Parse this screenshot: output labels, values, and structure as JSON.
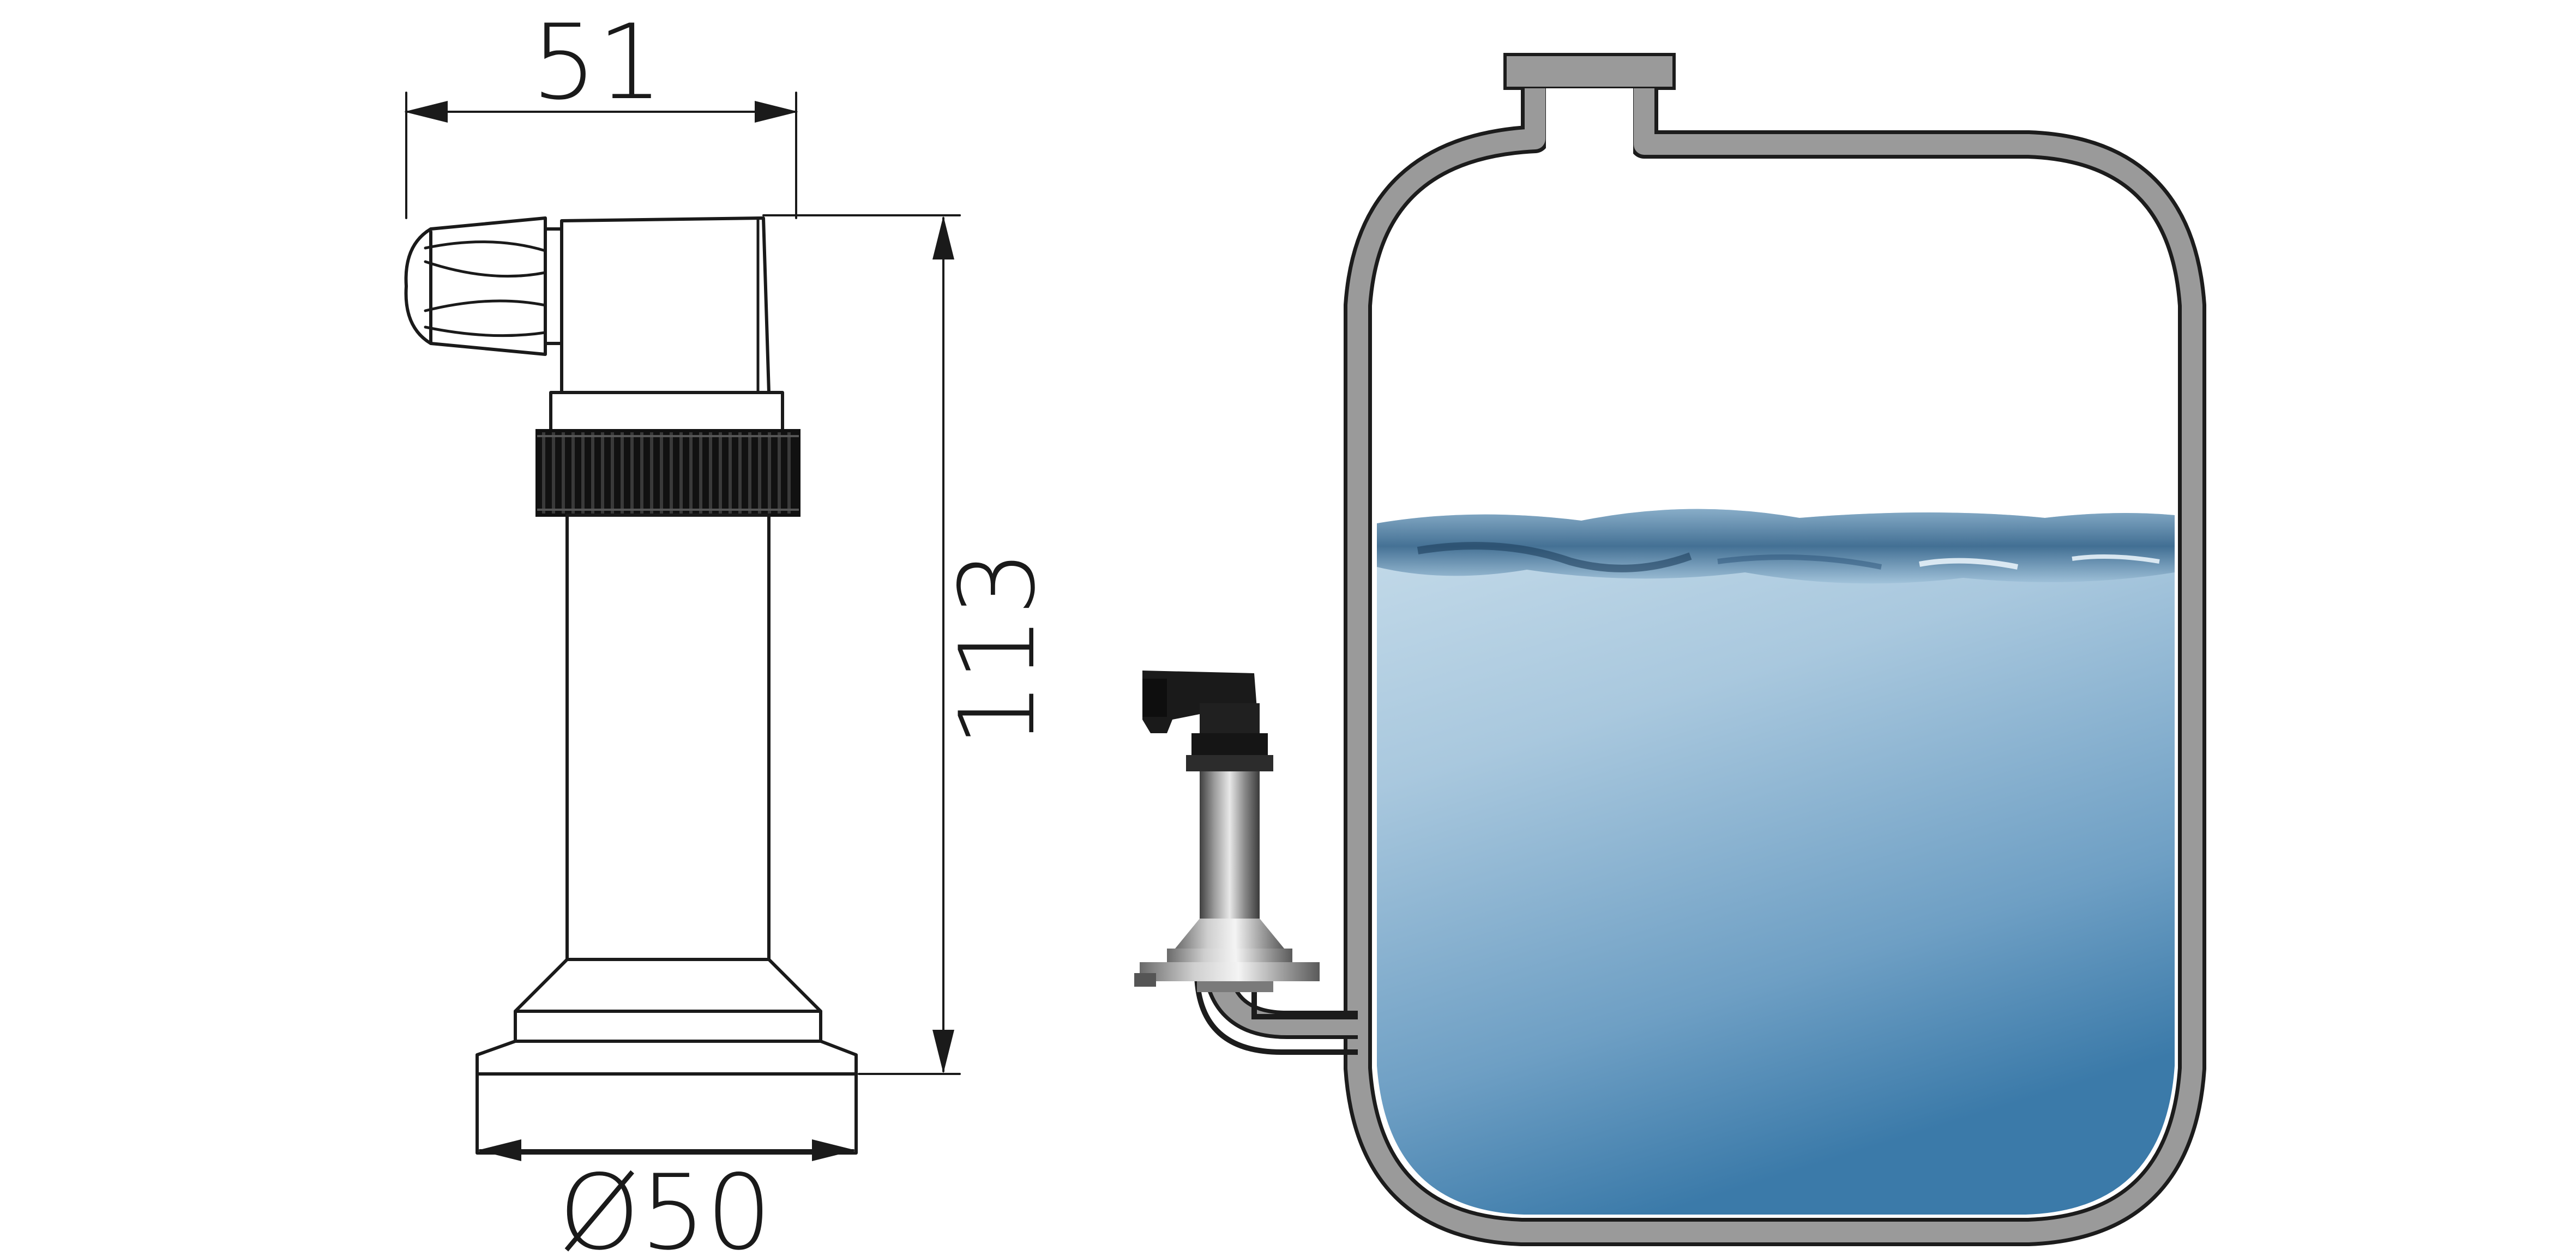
{
  "dimensions": {
    "width_label": "51",
    "height_label": "113",
    "diameter_label": "Ø50"
  },
  "colors": {
    "line": "#1a1a1a",
    "knurl": "#222222",
    "tank_wall": "#9a9a9a",
    "tank_outline": "#1c1c1c",
    "water_top": "#bcd5e6",
    "water_bottom": "#3f7fae",
    "steel_dark": "#5a5a5a",
    "steel_light": "#e0e0e0"
  },
  "icons": {
    "sensor_drawing": "pressure-transmitter-drawing-icon",
    "tank": "water-tank-icon",
    "mini_sensor": "pressure-transmitter-photo-icon"
  }
}
